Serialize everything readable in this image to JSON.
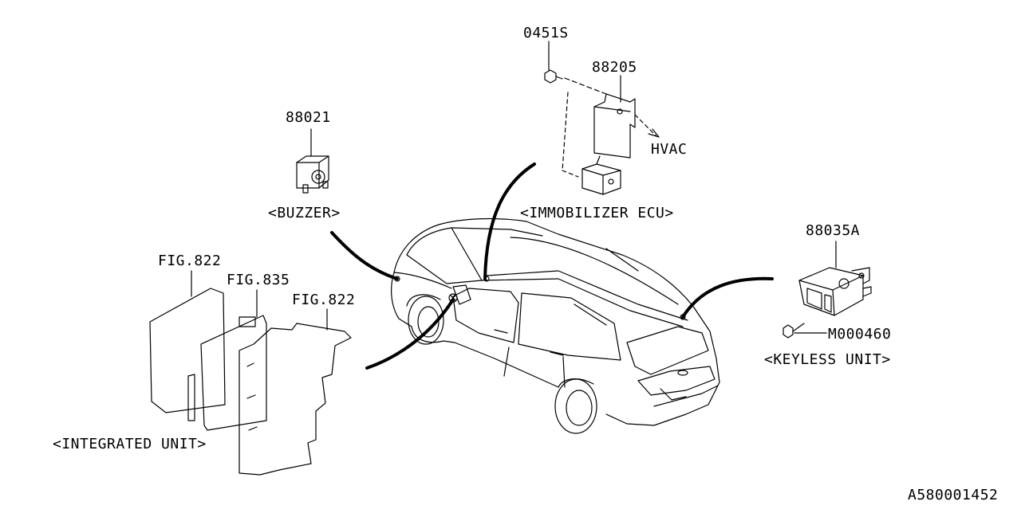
{
  "diagram": {
    "part_numbers": {
      "buzzer_part": "88021",
      "bolt_part": "0451S",
      "ecu_part": "88205",
      "keyless_part": "88035A",
      "screw_part": "M000460"
    },
    "section_labels": {
      "buzzer": "<BUZZER>",
      "immobilizer": "<IMMOBILIZER ECU>",
      "keyless": "<KEYLESS UNIT>",
      "integrated": "<INTEGRATED UNIT>"
    },
    "references": {
      "hvac": "HVAC",
      "fig1": "FIG.822",
      "fig2": "FIG.835",
      "fig3": "FIG.822"
    },
    "diagram_id": "A580001452"
  }
}
